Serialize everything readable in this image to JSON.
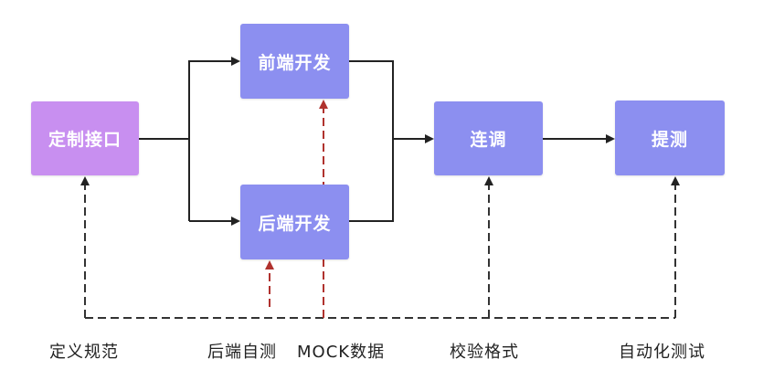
{
  "nodes": {
    "define": "定制接口",
    "frontend": "前端开发",
    "backend": "后端开发",
    "joint": "连调",
    "submit": "提测"
  },
  "labels": {
    "spec": "定义规范",
    "self_test": "后端自测",
    "mock": "MOCK数据",
    "validate": "校验格式",
    "auto_test": "自动化测试"
  },
  "colors": {
    "define_node": "#c88ff0",
    "process_node": "#8c8ff0",
    "arrow": "#222222",
    "mock_arrow": "#b0322e"
  }
}
